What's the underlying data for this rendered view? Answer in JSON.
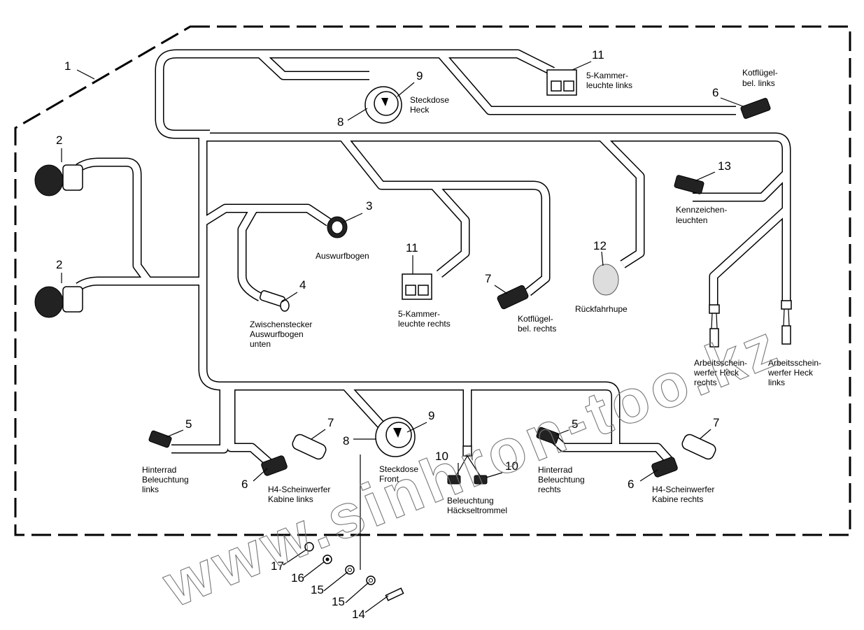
{
  "numbers": {
    "n1": "1",
    "n2a": "2",
    "n2b": "2",
    "n3": "3",
    "n4": "4",
    "n5a": "5",
    "n5b": "5",
    "n6a": "6",
    "n6b": "6",
    "n6c": "6",
    "n7a": "7",
    "n7b": "7",
    "n7c": "7",
    "n8a": "8",
    "n8b": "8",
    "n9a": "9",
    "n9b": "9",
    "n10a": "10",
    "n10b": "10",
    "n11a": "11",
    "n11b": "11",
    "n12": "12",
    "n13": "13",
    "n14": "14",
    "n15a": "15",
    "n15b": "15",
    "n16": "16",
    "n17": "17"
  },
  "labels": {
    "steckdose_heck": [
      "Steckdose",
      "Heck"
    ],
    "kammer_links": [
      "5-Kammer-",
      "leuchte links"
    ],
    "kotfluegel_links": [
      "Kotflügel-",
      "bel. links"
    ],
    "kennzeichen": [
      "Kennzeichen-",
      "leuchten"
    ],
    "auswurfbogen": "Auswurfbogen",
    "zwischenstecker": [
      "Zwischenstecker",
      "Auswurfbogen",
      "unten"
    ],
    "kammer_rechts": [
      "5-Kammer-",
      "leuchte rechts"
    ],
    "kotfluegel_rechts": [
      "Kotflügel-",
      "bel. rechts"
    ],
    "rueckfahrhupe": "Rückfahrhupe",
    "arbeit_rechts": [
      "Arbeitsschein-",
      "werfer Heck",
      "rechts"
    ],
    "arbeit_links": [
      "Arbeitsschein-",
      "werfer Heck",
      "links"
    ],
    "hinterrad_links": [
      "Hinterrad",
      "Beleuchtung",
      "links"
    ],
    "h4_links": [
      "H4-Scheinwerfer",
      "Kabine links"
    ],
    "steckdose_front": [
      "Steckdose",
      "Front"
    ],
    "haeckseltrommel": [
      "Beleuchtung",
      "Häckseltrommel"
    ],
    "hinterrad_rechts": [
      "Hinterrad",
      "Beleuchtung",
      "rechts"
    ],
    "h4_rechts": [
      "H4-Scheinwerfer",
      "Kabine rechts"
    ]
  },
  "watermark": "www.sinhron-too.kz",
  "colors": {
    "line": "#000000",
    "background": "#ffffff",
    "watermark": "#777777"
  }
}
